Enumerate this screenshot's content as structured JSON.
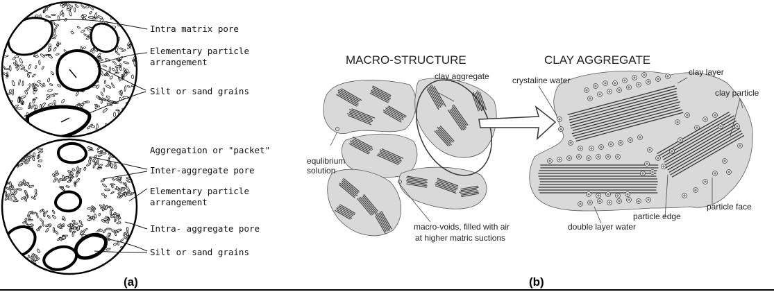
{
  "panel_a": {
    "caption": "(a)",
    "top_labels": [
      "Intra matrix pore",
      "Elementary particle",
      "arrangement",
      "Silt or sand grains"
    ],
    "bottom_labels": [
      "Aggregation or \"packet\"",
      "Inter-aggregate pore",
      "Elementary particle",
      "arrangement",
      "Intra- aggregate pore",
      "Silt or sand grains"
    ]
  },
  "panel_b": {
    "caption": "(b)",
    "macro_title": "MACRO-STRUCTURE",
    "clay_title": "CLAY AGGREGATE",
    "labels": {
      "clay_aggregate": "clay aggregate",
      "equilibrium_1": "equlibrium",
      "equilibrium_2": "solution",
      "macro_voids_1": "macro-voids, filled with air",
      "macro_voids_2": "at higher matric suctions",
      "crystaline_water": "crystaline water",
      "clay_layer": "clay layer",
      "clay_particle": "clay particle",
      "double_layer_water": "double layer water",
      "particle_edge": "particle edge",
      "particle_face": "particle face"
    }
  },
  "colors": {
    "aggregate_fill": "#d9d9d9",
    "clay_stroke": "#333333",
    "ink": "#111111"
  }
}
